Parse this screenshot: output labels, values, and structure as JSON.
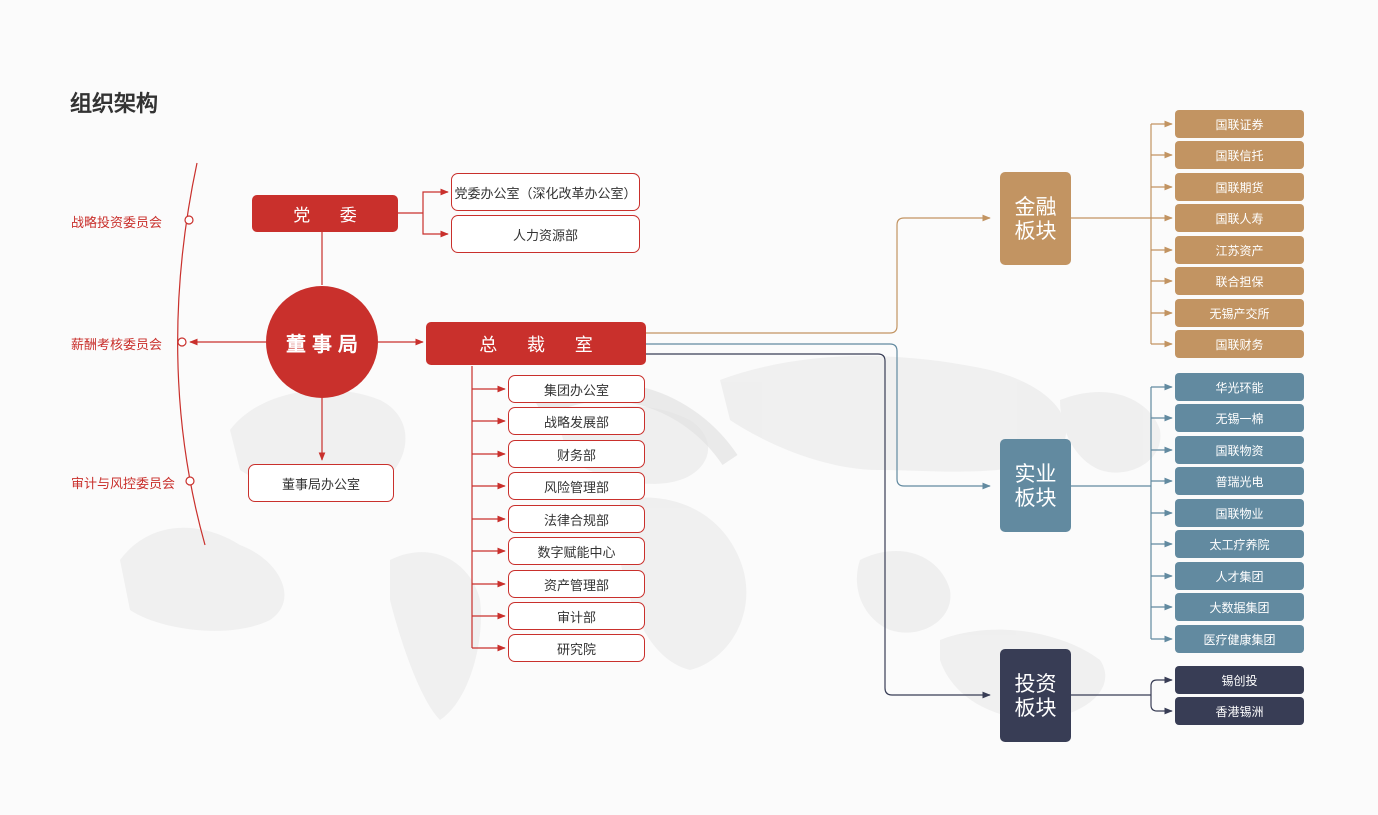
{
  "title": "组织架构",
  "committees": [
    "战略投资委员会",
    "薪酬考核委员会",
    "审计与风控委员会"
  ],
  "party": {
    "label": "党 委",
    "offices": [
      "党委办公室（深化改革办公室）",
      "人力资源部"
    ]
  },
  "board": {
    "label": "董事局",
    "office": "董事局办公室"
  },
  "president": {
    "label": "总 裁 室",
    "departments": [
      "集团办公室",
      "战略发展部",
      "财务部",
      "风险管理部",
      "法律合规部",
      "数字赋能中心",
      "资产管理部",
      "审计部",
      "研究院"
    ]
  },
  "sectors": {
    "finance": {
      "label": "金融板块",
      "color": "#c29462",
      "companies": [
        "国联证券",
        "国联信托",
        "国联期货",
        "国联人寿",
        "江苏资产",
        "联合担保",
        "无锡产交所",
        "国联财务"
      ]
    },
    "industry": {
      "label": "实业板块",
      "color": "#628aa0",
      "companies": [
        "华光环能",
        "无锡一棉",
        "国联物资",
        "普瑞光电",
        "国联物业",
        "太工疗养院",
        "人才集团",
        "大数据集团",
        "医疗健康集团"
      ]
    },
    "investment": {
      "label": "投资板块",
      "color": "#383d55",
      "companies": [
        "锡创投",
        "香港锡洲"
      ]
    }
  },
  "colors": {
    "primary_red": "#c9302c"
  }
}
